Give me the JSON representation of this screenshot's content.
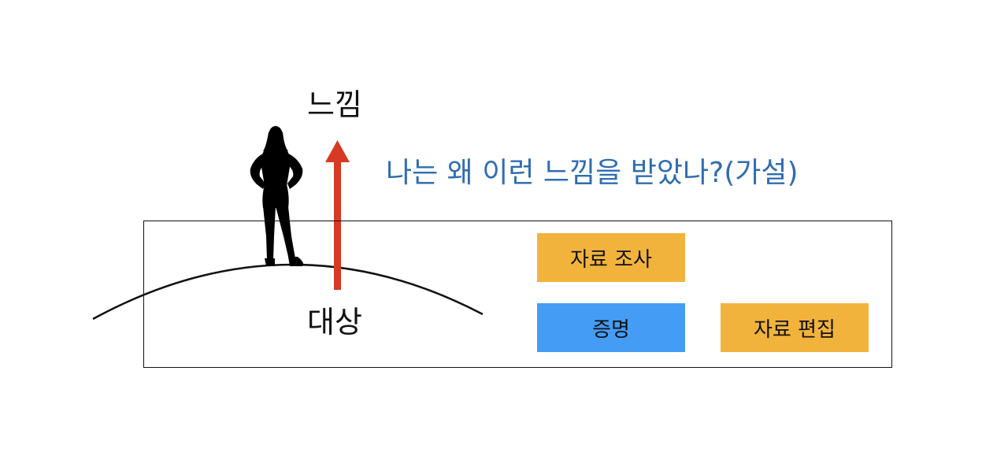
{
  "labels": {
    "feeling": "느낌",
    "object": "대상"
  },
  "question": {
    "text": "나는 왜 이런 느낌을 받았나?(가설)"
  },
  "boxes": {
    "research": "자료 조사",
    "proof": "증명",
    "edit": "자료 편집"
  },
  "colors": {
    "question_text": "#2f6db0",
    "arrow": "#d63a24",
    "box_orange": "#f2b33d",
    "box_blue": "#449cf5",
    "silhouette": "#000000"
  },
  "icons": {
    "person": "standing-woman-silhouette-icon"
  }
}
